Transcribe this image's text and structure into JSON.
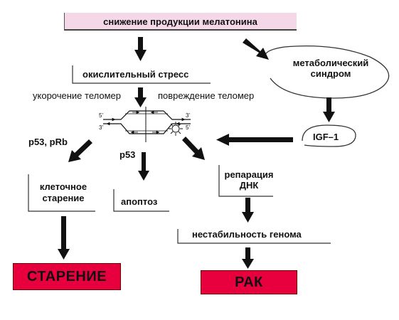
{
  "nodes": {
    "melatonin_decline": "снижение продукции мелатонина",
    "oxidative_stress": "окислительный стресс",
    "telomere_shortening": "укорочение теломер",
    "telomere_damage": "повреждение теломер",
    "metabolic_syndrome_line1": "метаболический",
    "metabolic_syndrome_line2": "синдром",
    "igf1": "IGF–1",
    "p53_prb": "p53, pRb",
    "p53": "p53",
    "senescence_line1": "клеточное",
    "senescence_line2": "старение",
    "apoptosis": "апоптоз",
    "dna_repair_line1": "репарация",
    "dna_repair_line2": "ДНК",
    "genome_instability": "нестабильность генома",
    "aging": "СТАРЕНИЕ",
    "cancer": "РАК"
  },
  "dna_labels": {
    "left_top": "5'",
    "left_bottom": "3'",
    "right_top": "3'",
    "right_bottom": "5'"
  },
  "colors": {
    "header_fill": "#f4d8e8",
    "outcome_fill": "#e8003e",
    "arrow": "#111111"
  }
}
